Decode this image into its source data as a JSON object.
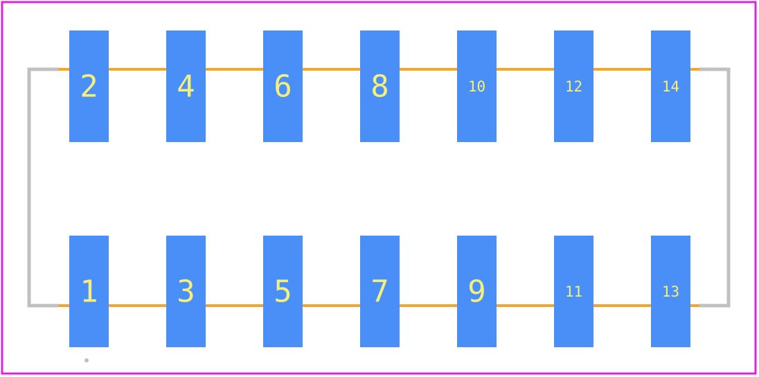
{
  "colors": {
    "board_outline": "#e020e0",
    "pad": "#4a8ff7",
    "pad_label": "#f5f07a",
    "trace": "#f5a52a",
    "silkscreen": "#c0c0c0",
    "background": "#ffffff"
  },
  "pads": {
    "top_row": [
      "2",
      "4",
      "6",
      "8",
      "10",
      "12",
      "14"
    ],
    "bottom_row": [
      "1",
      "3",
      "5",
      "7",
      "9",
      "11",
      "13"
    ]
  }
}
